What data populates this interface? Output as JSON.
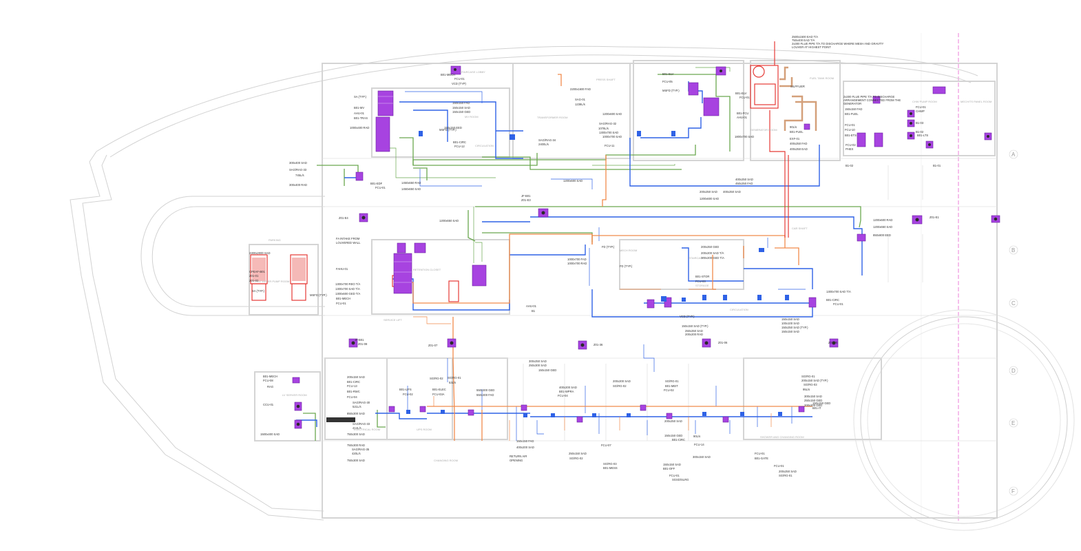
{
  "colors": {
    "supply": "#2f62e6",
    "return": "#6aa84f",
    "exhaust": "#f08a4b",
    "generator": "#e53935",
    "equipment": "#9c3fd9",
    "wall": "#d6d6d6",
    "outline": "#cfcfcf",
    "gridline": "#e85fd0"
  },
  "grid_labels": [
    "A",
    "B",
    "C",
    "D",
    "E",
    "F"
  ],
  "notes": {
    "flue_top": [
      "2500x1500 EAD T/A",
      "750x400 EAD T/A",
      "2x300 FLUE PIPE T/A TO DISCHARGE WHERE MESH AND GRAVITY",
      "LOUVER AT HIGHEST POINT"
    ],
    "flue_right": [
      "2x300 FLUE PIPE T/A TO DISCHARGE",
      "ARRANGEMENT CONNECTED FROM THE",
      "GENERATOR"
    ]
  },
  "labels": [
    {
      "t": "B01-MECH"
    },
    {
      "t": "FCU-01"
    },
    {
      "t": "VCD (TYP)"
    },
    {
      "t": "MSFD (TYP.)"
    },
    {
      "t": "SA (TYP.)"
    },
    {
      "t": "B01-MV"
    },
    {
      "t": "AHU-01"
    },
    {
      "t": "B01-TRAS"
    },
    {
      "t": "1000x400 RAD"
    },
    {
      "t": "150x150 FAD"
    },
    {
      "t": "150x150 SAD"
    },
    {
      "t": "150x150 GED"
    },
    {
      "t": "150x150 EED"
    },
    {
      "t": "B01-CIRC"
    },
    {
      "t": "FCU-12"
    },
    {
      "t": "SAG/RAG-34"
    },
    {
      "t": "2400L/s"
    },
    {
      "t": "2200x1600 FAD"
    },
    {
      "t": "SAG-01"
    },
    {
      "t": "1238L/s"
    },
    {
      "t": "B01-ELV"
    },
    {
      "t": "FCU-05"
    },
    {
      "t": "1200x600 SAD"
    },
    {
      "t": "1000x700 SAD"
    },
    {
      "t": "FCU-11"
    },
    {
      "t": "1450x650 RAD"
    },
    {
      "t": "1450x650 SAD"
    },
    {
      "t": "1200x600 SAD"
    },
    {
      "t": "1200x650 SAD"
    },
    {
      "t": "JF-B01"
    },
    {
      "t": "Z01-E3"
    },
    {
      "t": "Z01-E4"
    },
    {
      "t": "400x250 SAD"
    },
    {
      "t": "450x250 FAD"
    },
    {
      "t": "1800x700 SAD"
    },
    {
      "t": "1200x600 SAD"
    },
    {
      "t": "1200x600 RAD"
    },
    {
      "t": "1200x650 SAD"
    },
    {
      "t": "850x800 EED"
    },
    {
      "t": "Z01-E1"
    },
    {
      "t": "FA INTAKE FROM"
    },
    {
      "t": "LOUVERED WALL"
    },
    {
      "t": "2300x2000 SAD"
    },
    {
      "t": "CPEAF-B01"
    },
    {
      "t": "Z01-01"
    },
    {
      "t": "Z01-02"
    },
    {
      "t": "MSFD (TYP.)"
    },
    {
      "t": "SA (TYP.)"
    },
    {
      "t": "FAHU-01"
    },
    {
      "t": "1300x700 REO T/A"
    },
    {
      "t": "1300x700 SAD T/A"
    },
    {
      "t": "1300x600 GED T/A"
    },
    {
      "t": "B01-MECH"
    },
    {
      "t": "FCU-01"
    },
    {
      "t": "AHU-01"
    },
    {
      "t": "B1"
    },
    {
      "t": "1000x700 FAD"
    },
    {
      "t": "1000x700 RAD"
    },
    {
      "t": "FD (TYP.)"
    },
    {
      "t": "200x250 GED"
    },
    {
      "t": "200x200 SAD T/A"
    },
    {
      "t": "200x200 GED T/A"
    },
    {
      "t": "B01-STOR"
    },
    {
      "t": "FCU-03"
    },
    {
      "t": "1300x700 SAD T/A"
    },
    {
      "t": "B01-CIRC"
    },
    {
      "t": "FCU-01"
    },
    {
      "t": "VCD (TYP.)"
    },
    {
      "t": "150x150 SAD (TYP.)"
    },
    {
      "t": "250x250 SAD"
    },
    {
      "t": "200x200 RAD"
    },
    {
      "t": "150x150 SAD"
    },
    {
      "t": "100x100 SAD"
    },
    {
      "t": "150x250 SAD (TYP.)"
    },
    {
      "t": "150x150 SAD"
    },
    {
      "t": "JF-B01"
    },
    {
      "t": "Z01-08"
    },
    {
      "t": "Z01-07"
    },
    {
      "t": "Z01-36"
    },
    {
      "t": "Z01-06"
    },
    {
      "t": "Z01-05"
    },
    {
      "t": "B01-MECH"
    },
    {
      "t": "FCU-08"
    },
    {
      "t": "RAG"
    },
    {
      "t": "CCU-01"
    },
    {
      "t": "200x150 SAD"
    },
    {
      "t": "B01-CIRC"
    },
    {
      "t": "FCU-13"
    },
    {
      "t": "B01-RWC"
    },
    {
      "t": "FCU-04"
    },
    {
      "t": "SAG/RAG-30"
    },
    {
      "t": "521L/s"
    },
    {
      "t": "850x300 SAD"
    },
    {
      "t": "SAG/RAG-33"
    },
    {
      "t": "414L/s"
    },
    {
      "t": "750x300 SAD"
    },
    {
      "t": "1500x400 SAD"
    },
    {
      "t": "750x300 RAD"
    },
    {
      "t": "SAG/RAG-35"
    },
    {
      "t": "420L/s"
    },
    {
      "t": "750x300 SAD"
    },
    {
      "t": "SG/RG-02"
    },
    {
      "t": "53L/s"
    },
    {
      "t": "550x300 GED"
    },
    {
      "t": "550x300 FAD"
    },
    {
      "t": "SG/RG-01"
    },
    {
      "t": "B01-LIFS"
    },
    {
      "t": "FCU-02"
    },
    {
      "t": "B01-ELEC"
    },
    {
      "t": "FCU-03A"
    },
    {
      "t": "300x250 SAD"
    },
    {
      "t": "250x300 SAD"
    },
    {
      "t": "RETURN AIR"
    },
    {
      "t": "OPENING"
    },
    {
      "t": "150x150 GED"
    },
    {
      "t": "400x200 SAD"
    },
    {
      "t": "B01-WPRA"
    },
    {
      "t": "FCU-04"
    },
    {
      "t": "150x150 FAD"
    },
    {
      "t": "400x200 SAD"
    },
    {
      "t": "250x150 SAD"
    },
    {
      "t": "SG/RG-02"
    },
    {
      "t": "SG/RG-03"
    },
    {
      "t": "B01-MESS"
    },
    {
      "t": "FCU-07"
    },
    {
      "t": "200x200 SAD"
    },
    {
      "t": "SG/RG-02"
    },
    {
      "t": "SG/RG-01"
    },
    {
      "t": "B01-MEIT"
    },
    {
      "t": "FCU-02"
    },
    {
      "t": "200x250 SAD"
    },
    {
      "t": "150x150 SAD"
    },
    {
      "t": "B01-OFF"
    },
    {
      "t": "FCU-01"
    },
    {
      "t": "SGSD/SLRG"
    },
    {
      "t": "90L/s"
    },
    {
      "t": "150x150 GED"
    },
    {
      "t": "B01-CIRC"
    },
    {
      "t": "FCU-14"
    },
    {
      "t": "300x150 SAD"
    },
    {
      "t": "SG/RG-01"
    },
    {
      "t": "200x150 SAD (TYP.)"
    },
    {
      "t": "SG/RG-03"
    },
    {
      "t": "95L/s"
    },
    {
      "t": "300x150 SAD"
    },
    {
      "t": "250x150 GED"
    },
    {
      "t": "200x200 GED"
    },
    {
      "t": "150x150 GED"
    },
    {
      "t": "B01-IT"
    },
    {
      "t": "FCU-01"
    },
    {
      "t": "B01-GATE"
    },
    {
      "t": "FCU-01"
    },
    {
      "t": "200x250 SAD"
    },
    {
      "t": "SG/RG-01"
    },
    {
      "t": "90L/s"
    },
    {
      "t": "B01-FUEL"
    },
    {
      "t": "EXF-01"
    },
    {
      "t": "400x250 FAD"
    },
    {
      "t": "400x250 EAD"
    },
    {
      "t": "150x150 FAD"
    },
    {
      "t": "B01-FUEL"
    },
    {
      "t": "FCU-01"
    },
    {
      "t": "FCU-10"
    },
    {
      "t": "B01-ETS"
    },
    {
      "t": "FCU-01"
    },
    {
      "t": "CHWP"
    },
    {
      "t": "B1-03"
    },
    {
      "t": "B1-02"
    },
    {
      "t": "B01-LTS"
    },
    {
      "t": "FCU-02"
    },
    {
      "t": "PHEX"
    },
    {
      "t": "B1-02"
    },
    {
      "t": "B1-01"
    },
    {
      "t": "SAG/RAG-32"
    },
    {
      "t": "1078L/s"
    },
    {
      "t": "SAG/RAG-33"
    },
    {
      "t": "745L/s"
    },
    {
      "t": "B01-EDF"
    },
    {
      "t": "FCU-01"
    },
    {
      "t": "300x400 SAD"
    },
    {
      "t": "300x400 RAD"
    },
    {
      "t": "MSFD (TYP.)"
    },
    {
      "t": "SILPFLIER"
    },
    {
      "t": "B01-ELV"
    },
    {
      "t": "FCU-01"
    },
    {
      "t": "B01-FCU"
    },
    {
      "t": "AHU-01"
    },
    {
      "t": "1300x700 SAD"
    },
    {
      "t": "200x250 SAD"
    },
    {
      "t": "400x250 SAD"
    },
    {
      "t": "FD (TYP.)"
    }
  ],
  "rooms": [
    "STAIRCASE LOBBY",
    "MV ROOM",
    "TRANSFORMER ROOM",
    "PRESS SHAFT",
    "CIRCULATION",
    "GENERATOR ROOM",
    "FUEL TANK ROOM",
    "CHW PUMP ROOM",
    "MECH/TS PANEL ROOM",
    "CAR SHAFT",
    "FIRE WATER PUMP ROOM",
    "RETENTION CLOSET",
    "STAIRCASE",
    "SERVICE LIFT",
    "STORAGE",
    "CIRCULATION",
    "ELECTRICAL ROOM",
    "UPS ROOM",
    "LV SERVER ROOM",
    "CHANGING ROOM",
    "SHOWER AND CHANGING ROOM",
    "MECH ROOM",
    "PARKING"
  ]
}
